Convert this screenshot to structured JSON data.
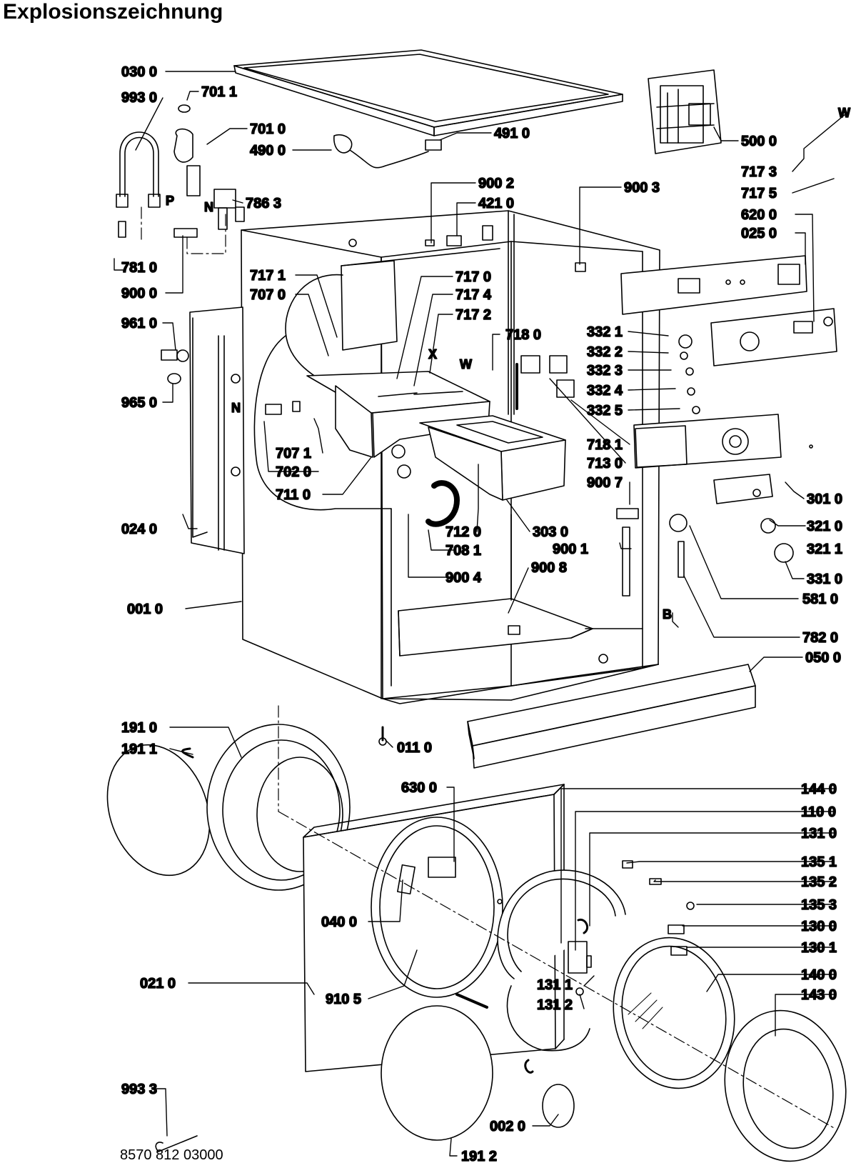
{
  "title": "Explosionszeichnung",
  "document_number": "8570 812 03000",
  "callouts": [
    {
      "id": "c-030-0",
      "text": "030 0"
    },
    {
      "id": "c-993-0",
      "text": "993 0"
    },
    {
      "id": "c-701-1",
      "text": "701 1"
    },
    {
      "id": "c-701-0",
      "text": "701 0"
    },
    {
      "id": "c-490-0",
      "text": "490 0"
    },
    {
      "id": "c-491-0",
      "text": "491 0"
    },
    {
      "id": "c-500-0",
      "text": "500 0"
    },
    {
      "id": "c-717-3",
      "text": "717 3"
    },
    {
      "id": "c-717-5",
      "text": "717 5"
    },
    {
      "id": "c-620-0",
      "text": "620 0"
    },
    {
      "id": "c-025-0",
      "text": "025 0"
    },
    {
      "id": "c-900-2",
      "text": "900 2"
    },
    {
      "id": "c-421-0",
      "text": "421 0"
    },
    {
      "id": "c-900-3",
      "text": "900 3"
    },
    {
      "id": "c-786-3",
      "text": "786 3"
    },
    {
      "id": "c-781-0",
      "text": "781 0"
    },
    {
      "id": "c-900-0",
      "text": "900 0"
    },
    {
      "id": "c-717-1",
      "text": "717 1"
    },
    {
      "id": "c-707-0",
      "text": "707 0"
    },
    {
      "id": "c-717-0",
      "text": "717 0"
    },
    {
      "id": "c-717-4",
      "text": "717 4"
    },
    {
      "id": "c-717-2",
      "text": "717 2"
    },
    {
      "id": "c-718-0",
      "text": "718 0"
    },
    {
      "id": "c-961-0",
      "text": "961 0"
    },
    {
      "id": "c-965-0",
      "text": "965 0"
    },
    {
      "id": "c-332-1",
      "text": "332 1"
    },
    {
      "id": "c-332-2",
      "text": "332 2"
    },
    {
      "id": "c-332-3",
      "text": "332 3"
    },
    {
      "id": "c-332-4",
      "text": "332 4"
    },
    {
      "id": "c-332-5",
      "text": "332 5"
    },
    {
      "id": "c-707-1",
      "text": "707 1"
    },
    {
      "id": "c-702-0",
      "text": "702 0"
    },
    {
      "id": "c-711-0",
      "text": "711 0"
    },
    {
      "id": "c-718-1",
      "text": "718 1"
    },
    {
      "id": "c-713-0",
      "text": "713 0"
    },
    {
      "id": "c-900-7",
      "text": "900 7"
    },
    {
      "id": "c-301-0",
      "text": "301 0"
    },
    {
      "id": "c-321-0",
      "text": "321 0"
    },
    {
      "id": "c-321-1",
      "text": "321 1"
    },
    {
      "id": "c-024-0",
      "text": "024 0"
    },
    {
      "id": "c-712-0",
      "text": "712 0"
    },
    {
      "id": "c-303-0",
      "text": "303 0"
    },
    {
      "id": "c-708-1",
      "text": "708 1"
    },
    {
      "id": "c-900-1",
      "text": "900 1"
    },
    {
      "id": "c-331-0",
      "text": "331 0"
    },
    {
      "id": "c-900-4",
      "text": "900 4"
    },
    {
      "id": "c-900-8",
      "text": "900 8"
    },
    {
      "id": "c-581-0",
      "text": "581 0"
    },
    {
      "id": "c-001-0",
      "text": "001 0"
    },
    {
      "id": "c-782-0",
      "text": "782 0"
    },
    {
      "id": "c-050-0",
      "text": "050 0"
    },
    {
      "id": "c-191-0",
      "text": "191 0"
    },
    {
      "id": "c-191-1",
      "text": "191 1"
    },
    {
      "id": "c-011-0",
      "text": "011 0"
    },
    {
      "id": "c-630-0",
      "text": "630 0"
    },
    {
      "id": "c-144-0",
      "text": "144 0"
    },
    {
      "id": "c-110-0",
      "text": "110 0"
    },
    {
      "id": "c-131-0",
      "text": "131 0"
    },
    {
      "id": "c-135-1",
      "text": "135 1"
    },
    {
      "id": "c-135-2",
      "text": "135 2"
    },
    {
      "id": "c-135-3",
      "text": "135 3"
    },
    {
      "id": "c-040-0",
      "text": "040 0"
    },
    {
      "id": "c-130-0",
      "text": "130 0"
    },
    {
      "id": "c-130-1",
      "text": "130 1"
    },
    {
      "id": "c-021-0",
      "text": "021 0"
    },
    {
      "id": "c-910-5",
      "text": "910 5"
    },
    {
      "id": "c-131-1",
      "text": "131 1"
    },
    {
      "id": "c-140-0",
      "text": "140 0"
    },
    {
      "id": "c-131-2",
      "text": "131 2"
    },
    {
      "id": "c-143-0",
      "text": "143 0"
    },
    {
      "id": "c-993-3",
      "text": "993 3"
    },
    {
      "id": "c-002-0",
      "text": "002 0"
    },
    {
      "id": "c-191-2",
      "text": "191 2"
    }
  ],
  "letters": [
    {
      "id": "l-P",
      "text": "P"
    },
    {
      "id": "l-N1",
      "text": "N"
    },
    {
      "id": "l-N2",
      "text": "N"
    },
    {
      "id": "l-X",
      "text": "X"
    },
    {
      "id": "l-W1",
      "text": "W"
    },
    {
      "id": "l-W2",
      "text": "W"
    },
    {
      "id": "l-B",
      "text": "B"
    }
  ]
}
